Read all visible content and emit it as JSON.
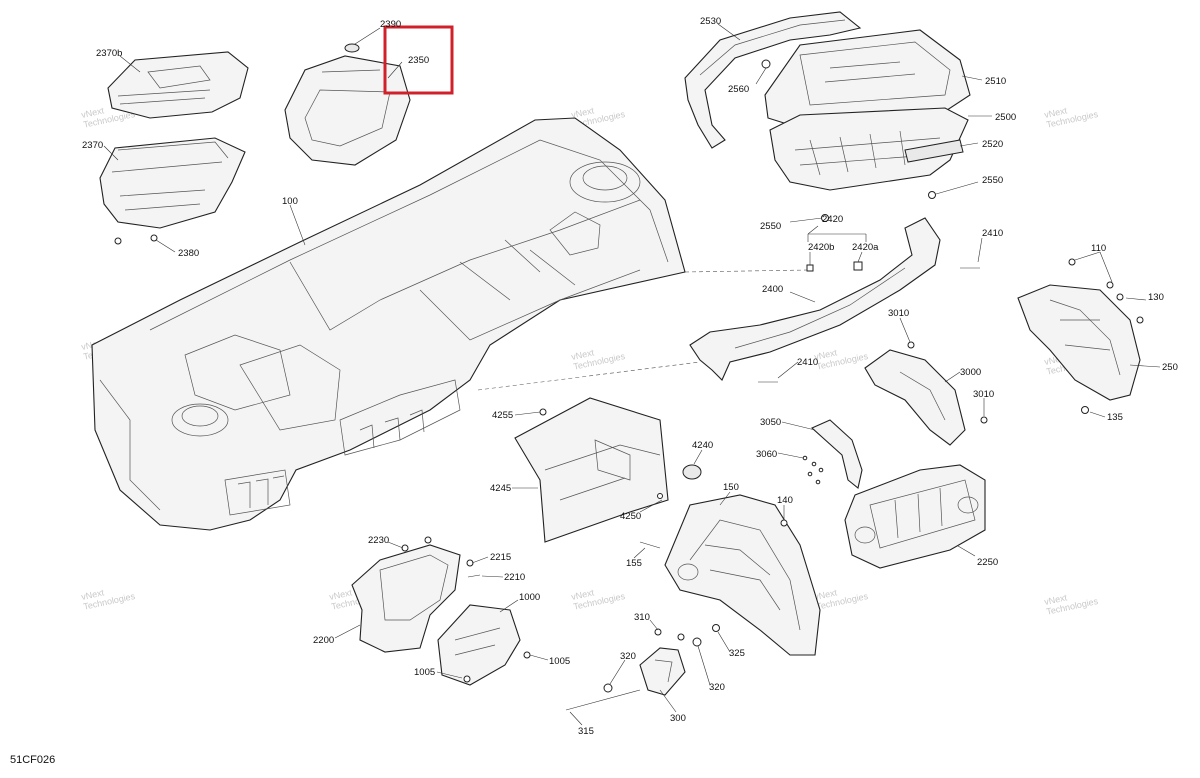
{
  "diagram": {
    "code": "51CF026",
    "watermark": [
      "vNext",
      "Technologies"
    ],
    "highlight_label": "2350",
    "labels": {
      "l2390": "2390",
      "l2350": "2350",
      "l2370b": "2370b",
      "l2370": "2370",
      "l2380": "2380",
      "l100": "100",
      "l2530": "2530",
      "l2560": "2560",
      "l2510": "2510",
      "l2500": "2500",
      "l2520": "2520",
      "l2550a": "2550",
      "l2550b": "2550",
      "l2420": "2420",
      "l2420b": "2420b",
      "l2420a": "2420a",
      "l2410a": "2410",
      "l2400": "2400",
      "l2410b": "2410",
      "l110": "110",
      "l130": "130",
      "l250": "250",
      "l135": "135",
      "l3010a": "3010",
      "l3000": "3000",
      "l3010b": "3010",
      "l3050": "3050",
      "l3060": "3060",
      "l4255": "4255",
      "l4240": "4240",
      "l4245": "4245",
      "l4250": "4250",
      "l150": "150",
      "l140": "140",
      "l155": "155",
      "l2250": "2250",
      "l2230": "2230",
      "l2215": "2215",
      "l2210": "2210",
      "l2200": "2200",
      "l1000": "1000",
      "l1005a": "1005",
      "l1005b": "1005",
      "l310": "310",
      "l325": "325",
      "l320a": "320",
      "l320b": "320",
      "l315": "315",
      "l300": "300"
    }
  }
}
